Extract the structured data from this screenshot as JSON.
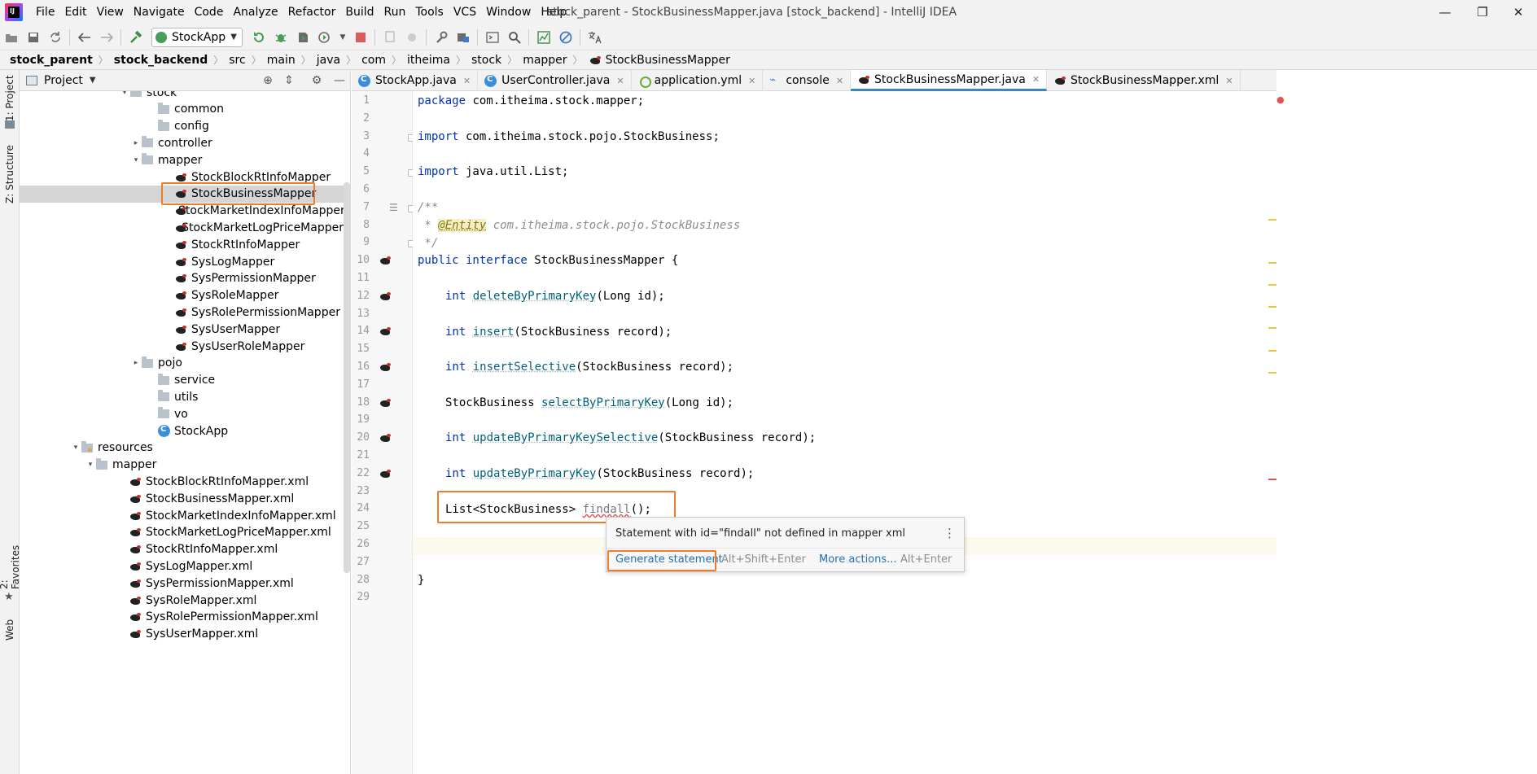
{
  "window": {
    "title": "stock_parent - StockBusinessMapper.java [stock_backend] - IntelliJ IDEA",
    "app_logo_text": "IJ",
    "minimize": "—",
    "restore": "❐",
    "close": "✕"
  },
  "menu": [
    "File",
    "Edit",
    "View",
    "Navigate",
    "Code",
    "Analyze",
    "Refactor",
    "Build",
    "Run",
    "Tools",
    "VCS",
    "Window",
    "Help"
  ],
  "toolbar": {
    "run_config": "StockApp"
  },
  "breadcrumb": [
    "stock_parent",
    "stock_backend",
    "src",
    "main",
    "java",
    "com",
    "itheima",
    "stock",
    "mapper",
    "StockBusinessMapper"
  ],
  "left_strip": {
    "project_tab": "1: Project",
    "structure_tab": "Z: Structure",
    "favorites_tab": "2: Favorites",
    "web_tab": "Web"
  },
  "project_panel": {
    "title": "Project"
  },
  "tree": [
    {
      "label": "stock",
      "type": "folder",
      "indent": 136,
      "arrow": "▾"
    },
    {
      "label": "common",
      "type": "folder",
      "indent": 170,
      "arrow": ""
    },
    {
      "label": "config",
      "type": "folder",
      "indent": 170,
      "arrow": ""
    },
    {
      "label": "controller",
      "type": "folder",
      "indent": 150,
      "arrow": "▸"
    },
    {
      "label": "mapper",
      "type": "folder",
      "indent": 150,
      "arrow": "▾"
    },
    {
      "label": "StockBlockRtInfoMapper",
      "type": "bird",
      "indent": 190,
      "arrow": ""
    },
    {
      "label": "StockBusinessMapper",
      "type": "bird",
      "indent": 190,
      "arrow": "",
      "selected": true
    },
    {
      "label": "StockMarketIndexInfoMapper",
      "type": "bird",
      "indent": 190,
      "arrow": ""
    },
    {
      "label": "StockMarketLogPriceMapper",
      "type": "bird",
      "indent": 190,
      "arrow": ""
    },
    {
      "label": "StockRtInfoMapper",
      "type": "bird",
      "indent": 190,
      "arrow": ""
    },
    {
      "label": "SysLogMapper",
      "type": "bird",
      "indent": 190,
      "arrow": ""
    },
    {
      "label": "SysPermissionMapper",
      "type": "bird",
      "indent": 190,
      "arrow": ""
    },
    {
      "label": "SysRoleMapper",
      "type": "bird",
      "indent": 190,
      "arrow": ""
    },
    {
      "label": "SysRolePermissionMapper",
      "type": "bird",
      "indent": 190,
      "arrow": ""
    },
    {
      "label": "SysUserMapper",
      "type": "bird",
      "indent": 190,
      "arrow": ""
    },
    {
      "label": "SysUserRoleMapper",
      "type": "bird",
      "indent": 190,
      "arrow": ""
    },
    {
      "label": "pojo",
      "type": "folder",
      "indent": 150,
      "arrow": "▸"
    },
    {
      "label": "service",
      "type": "folder",
      "indent": 170,
      "arrow": ""
    },
    {
      "label": "utils",
      "type": "folder",
      "indent": 170,
      "arrow": ""
    },
    {
      "label": "vo",
      "type": "folder",
      "indent": 170,
      "arrow": ""
    },
    {
      "label": "StockApp",
      "type": "java",
      "indent": 170,
      "arrow": ""
    },
    {
      "label": "resources",
      "type": "res",
      "indent": 76,
      "arrow": "▾"
    },
    {
      "label": "mapper",
      "type": "folder",
      "indent": 94,
      "arrow": "▾"
    },
    {
      "label": "StockBlockRtInfoMapper.xml",
      "type": "bird",
      "indent": 134,
      "arrow": ""
    },
    {
      "label": "StockBusinessMapper.xml",
      "type": "bird",
      "indent": 134,
      "arrow": ""
    },
    {
      "label": "StockMarketIndexInfoMapper.xml",
      "type": "bird",
      "indent": 134,
      "arrow": ""
    },
    {
      "label": "StockMarketLogPriceMapper.xml",
      "type": "bird",
      "indent": 134,
      "arrow": ""
    },
    {
      "label": "StockRtInfoMapper.xml",
      "type": "bird",
      "indent": 134,
      "arrow": ""
    },
    {
      "label": "SysLogMapper.xml",
      "type": "bird",
      "indent": 134,
      "arrow": ""
    },
    {
      "label": "SysPermissionMapper.xml",
      "type": "bird",
      "indent": 134,
      "arrow": ""
    },
    {
      "label": "SysRoleMapper.xml",
      "type": "bird",
      "indent": 134,
      "arrow": ""
    },
    {
      "label": "SysRolePermissionMapper.xml",
      "type": "bird",
      "indent": 134,
      "arrow": ""
    },
    {
      "label": "SysUserMapper.xml",
      "type": "bird",
      "indent": 134,
      "arrow": ""
    }
  ],
  "tabs": [
    {
      "label": "StockApp.java",
      "icon": "java",
      "active": false
    },
    {
      "label": "UserController.java",
      "icon": "java",
      "active": false
    },
    {
      "label": "application.yml",
      "icon": "yml",
      "active": false
    },
    {
      "label": "console",
      "icon": "console",
      "active": false
    },
    {
      "label": "StockBusinessMapper.java",
      "icon": "bird",
      "active": true
    },
    {
      "label": "StockBusinessMapper.xml",
      "icon": "bird",
      "active": false
    }
  ],
  "line_numbers": [
    "1",
    "2",
    "3",
    "4",
    "5",
    "6",
    "7",
    "8",
    "9",
    "10",
    "11",
    "12",
    "13",
    "14",
    "15",
    "16",
    "17",
    "18",
    "19",
    "20",
    "21",
    "22",
    "23",
    "24",
    "25",
    "26",
    "27",
    "28",
    "29"
  ],
  "code": {
    "l1_kw": "package",
    "l1_rest": " com.itheima.stock.mapper;",
    "l3_kw": "import",
    "l3_rest": " com.itheima.stock.pojo.StockBusiness;",
    "l5_kw": "import",
    "l5_rest": " java.util.List;",
    "l7": "/**",
    "l8_pre": " * ",
    "l8_ann": "@Entity",
    "l8_rest": " com.itheima.stock.pojo.StockBusiness",
    "l9": " */",
    "l10_kw": "public interface",
    "l10_rest": " StockBusinessMapper {",
    "l12_kw": "int",
    "l12_meth": "deleteByPrimaryKey",
    "l12_rest": "(Long id);",
    "l14_kw": "int",
    "l14_meth": "insert",
    "l14_rest": "(StockBusiness record);",
    "l16_kw": "int",
    "l16_meth": "insertSelective",
    "l16_rest": "(StockBusiness record);",
    "l18_type": "StockBusiness ",
    "l18_meth": "selectByPrimaryKey",
    "l18_rest": "(Long id);",
    "l20_kw": "int",
    "l20_meth": "updateByPrimaryKeySelective",
    "l20_rest": "(StockBusiness record);",
    "l22_kw": "int",
    "l22_meth": "updateByPrimaryKey",
    "l22_rest": "(StockBusiness record);",
    "l24_type": "List<StockBusiness> ",
    "l24_err": "findall",
    "l24_rest": "();",
    "l28": "}"
  },
  "popup": {
    "message": "Statement with id=\"findall\" not defined in mapper xml",
    "primary_action": "Generate statement",
    "primary_shortcut": "Alt+Shift+Enter",
    "more_actions": "More actions...",
    "more_shortcut": "Alt+Enter"
  },
  "colors": {
    "highlight": "#f07b2b",
    "keyword": "#0033b3",
    "link": "#2470b3"
  }
}
